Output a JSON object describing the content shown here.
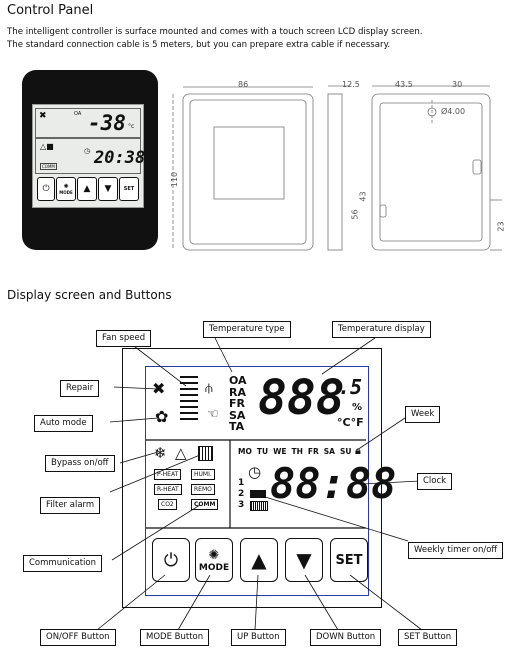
{
  "header": {
    "title": "Control Panel",
    "line1": "The intelligent controller is surface mounted and comes with a touch screen LCD display screen.",
    "line2": "The standard connection cable is 5 meters, but you can prepare extra cable if necessary."
  },
  "device": {
    "temp_value": "-38",
    "temp_unit": "°c",
    "oa": "OA",
    "clock": "20:38",
    "comm": "COMM",
    "set": "SET",
    "mode": "MODE"
  },
  "drawing": {
    "dim_width": "86",
    "dim_depth": "12.5",
    "dim_height": "110",
    "dim_435": "43.5",
    "dim_30": "30",
    "dim_hole": "4.00",
    "dim_43": "43",
    "dim_56": "56",
    "dim_23": "23"
  },
  "section2": {
    "title": "Display screen and Buttons"
  },
  "labels": {
    "fan_speed": "Fan speed",
    "temperature_type": "Temperature type",
    "temperature_display": "Temperature display",
    "repair": "Repair",
    "auto_mode": "Auto mode",
    "week": "Week",
    "bypass": "Bypass on/off",
    "clock": "Clock",
    "filter_alarm": "Filter alarm",
    "communication": "Communication",
    "weekly_timer": "Weekly timer on/off",
    "onoff_button": "ON/OFF Button",
    "mode_button": "MODE Button",
    "up_button": "UP Button",
    "down_button": "DOWN Button",
    "set_button": "SET Button"
  },
  "screen": {
    "temp_types": [
      "OA",
      "RA",
      "FR",
      "SA",
      "TA"
    ],
    "temp_digits": "888",
    "temp_small": ".5",
    "percent": "%",
    "cf": "°C°F",
    "days": [
      "MO",
      "TU",
      "WE",
      "TH",
      "FR",
      "SA",
      "SU"
    ],
    "clock_digits": "88:88",
    "timer_nums": [
      "1",
      "2",
      "3"
    ],
    "modules": [
      "P-HEAT",
      "HUMI.",
      "R-HEAT",
      "REMO",
      "CO2",
      "COMM"
    ],
    "set_label": "SET",
    "mode_label": "MODE"
  }
}
